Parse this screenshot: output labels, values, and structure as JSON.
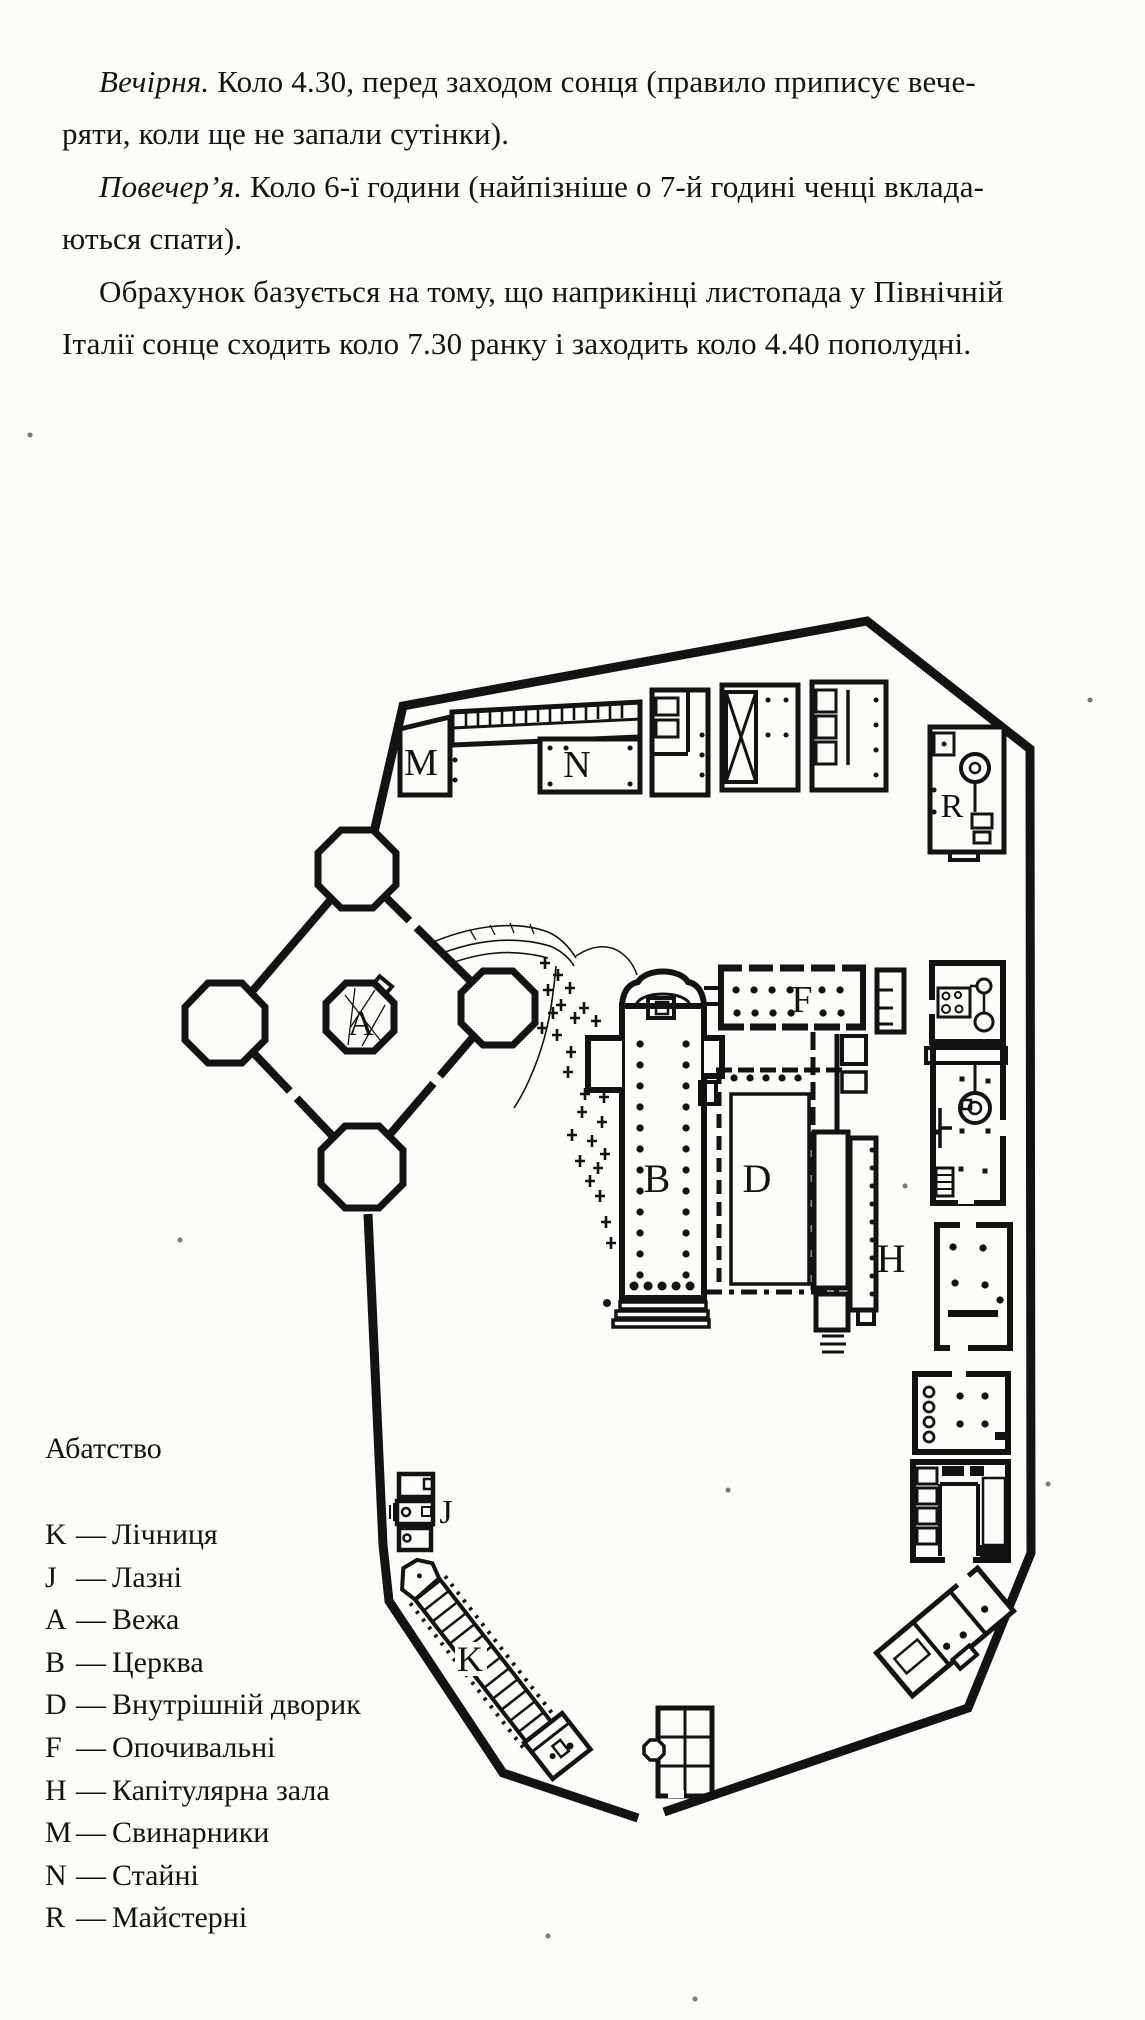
{
  "intro": {
    "lines": [
      {
        "lead": "Вечірня.",
        "rest": " Коло 4.30, перед заходом сонця (правило приписує вече-"
      },
      {
        "lead": "",
        "rest": "ряти, коли ще не запали сутінки)."
      },
      {
        "lead": "Повечер’я.",
        "rest": " Коло 6-ї години (найпізніше о 7-й годині ченці вклада-"
      },
      {
        "lead": "",
        "rest": "ються спати)."
      },
      {
        "lead": "",
        "rest": "Обрахунок базується на тому, що наприкінці листопада у Північній"
      },
      {
        "lead": "",
        "rest": "Італії сонце сходить коло 7.30 ранку і заходить коло 4.40 пополудні."
      }
    ]
  },
  "legend": {
    "title": "Абатство",
    "dash": "—",
    "items": [
      {
        "letter": "K",
        "name": "Лічниця"
      },
      {
        "letter": "J",
        "name": "Лазні"
      },
      {
        "letter": "A",
        "name": "Вежа"
      },
      {
        "letter": "B",
        "name": "Церква"
      },
      {
        "letter": "D",
        "name": "Внутрішній дворик"
      },
      {
        "letter": "F",
        "name": "Опочивальні"
      },
      {
        "letter": "H",
        "name": "Капітулярна зала"
      },
      {
        "letter": "M",
        "name": "Свинарники"
      },
      {
        "letter": "N",
        "name": "Стайні"
      },
      {
        "letter": "R",
        "name": "Майстерні"
      }
    ]
  },
  "map": {
    "labels": {
      "A": "A",
      "B": "B",
      "D": "D",
      "F": "F",
      "H": "H",
      "J": "J",
      "K": "K",
      "M": "M",
      "N": "N",
      "R": "R"
    }
  }
}
